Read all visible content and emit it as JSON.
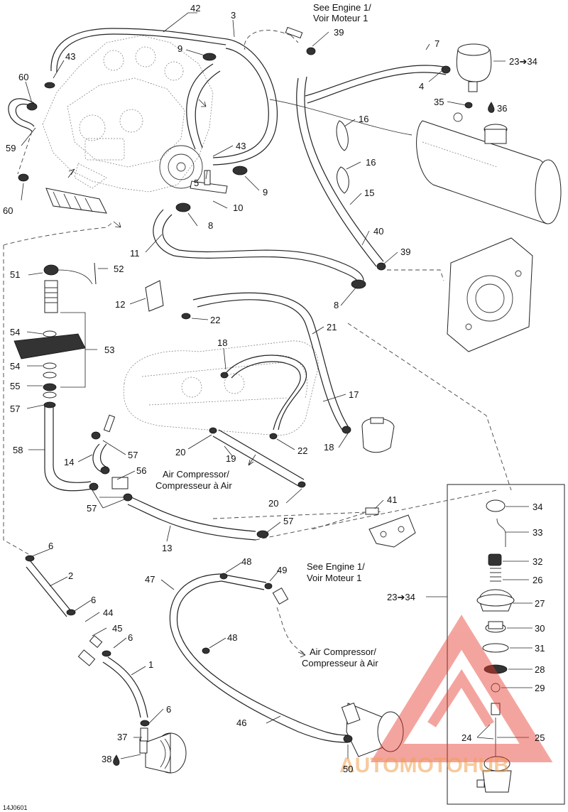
{
  "diagram": {
    "code": "14J0601",
    "notes": {
      "see_engine_top": [
        "See Engine 1/",
        "Voir Moteur 1"
      ],
      "see_engine_bottom": [
        "See Engine 1/",
        "Voir Moteur 1"
      ],
      "air_comp_mid": [
        "Air Compressor/",
        "Compresseur à Air"
      ],
      "air_comp_bottom": [
        "Air Compressor/",
        "Compresseur à Air"
      ]
    },
    "watermark": "AUTOMOTOHUB",
    "callouts": {
      "c42": "42",
      "c3": "3",
      "c39a": "39",
      "c7": "7",
      "c23a": "23➔34",
      "c9a": "9",
      "c43a": "43",
      "c60a": "60",
      "c4": "4",
      "c35": "35",
      "c36": "36",
      "c59": "59",
      "c16a": "16",
      "c43b": "43",
      "c16b": "16",
      "c5": "5",
      "c9b": "9",
      "c15": "15",
      "c60b": "60",
      "c10": "10",
      "c8a": "8",
      "c40": "40",
      "c11": "11",
      "c39b": "39",
      "c51": "51",
      "c52": "52",
      "c12": "12",
      "c8b": "8",
      "c22a": "22",
      "c21": "21",
      "c54a": "54",
      "c53": "53",
      "c18a": "18",
      "c54b": "54",
      "c55": "55",
      "c57a": "57",
      "c17": "17",
      "c58": "58",
      "c57b": "57",
      "c20a": "20",
      "c22b": "22",
      "c18b": "18",
      "c14": "14",
      "c56": "56",
      "c19": "19",
      "c57c": "57",
      "c41": "41",
      "c20b": "20",
      "c57d": "57",
      "c34": "34",
      "c13": "13",
      "c33": "33",
      "c6a": "6",
      "c32": "32",
      "c2": "2",
      "c26": "26",
      "c48a": "48",
      "c49": "49",
      "c47": "47",
      "c23b": "23➔34",
      "c27": "27",
      "c6b": "6",
      "c44": "44",
      "c30": "30",
      "c45": "45",
      "c6c": "6",
      "c48b": "48",
      "c31": "31",
      "c1": "1",
      "c28": "28",
      "c29": "29",
      "c6d": "6",
      "c46": "46",
      "c24": "24",
      "c25": "25",
      "c37": "37",
      "c38": "38",
      "c50": "50"
    }
  }
}
